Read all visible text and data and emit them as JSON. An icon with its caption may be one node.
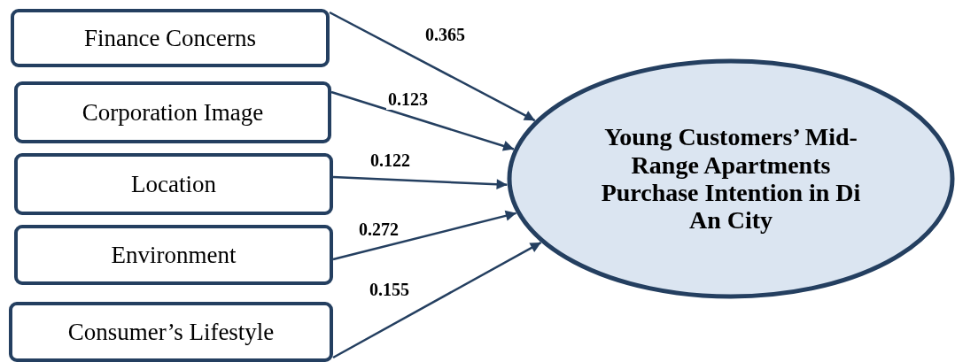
{
  "diagram": {
    "nodes": [
      {
        "text": [
          "Finance Concerns"
        ]
      },
      {
        "text": [
          "Corporation Image"
        ]
      },
      {
        "text": [
          "Location"
        ]
      },
      {
        "text": [
          "Environment"
        ]
      },
      {
        "text": [
          "Consumer’s Lifestyle"
        ]
      },
      {
        "text": [
          "Young Customers’ Mid-Range Apartments Purchase Intention in Di An City"
        ]
      }
    ],
    "edges": [
      {
        "from": 0,
        "to": 5,
        "arrow": "to",
        "label": "0.365"
      },
      {
        "from": 1,
        "to": 5,
        "arrow": "to",
        "label": "0.123"
      },
      {
        "from": 2,
        "to": 5,
        "arrow": "to",
        "label": "0.122"
      },
      {
        "from": 3,
        "to": 5,
        "arrow": "to",
        "label": "0.272"
      },
      {
        "from": 4,
        "to": 5,
        "arrow": "to",
        "label": "0.155"
      }
    ]
  }
}
